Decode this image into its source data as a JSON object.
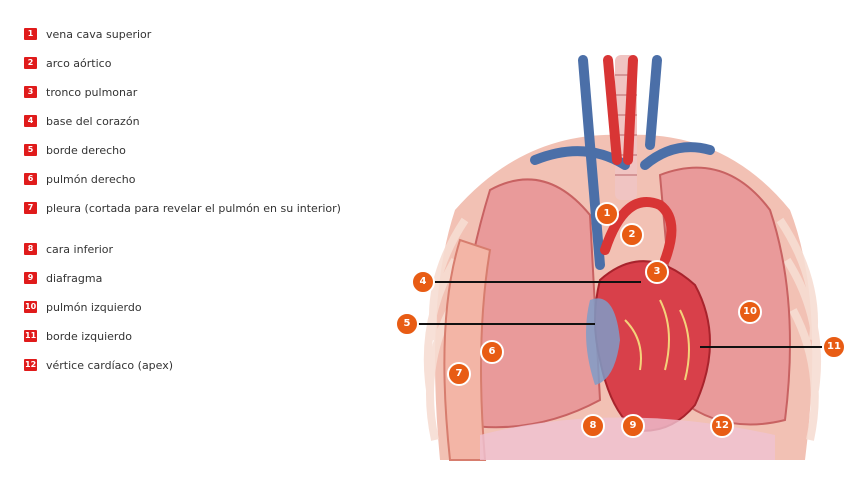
{
  "legend": [
    {
      "num": "1",
      "label": "vena cava superior"
    },
    {
      "num": "2",
      "label": "arco aórtico"
    },
    {
      "num": "3",
      "label": "tronco pulmonar"
    },
    {
      "num": "4",
      "label": "base del corazón"
    },
    {
      "num": "5",
      "label": "borde derecho"
    },
    {
      "num": "6",
      "label": "pulmón derecho"
    },
    {
      "num": "7",
      "label": "pleura (cortada para revelar el pulmón en su interior)"
    },
    {
      "num": "8",
      "label": "cara inferior"
    },
    {
      "num": "9",
      "label": "diafragma"
    },
    {
      "num": "10",
      "label": "pulmón izquierdo"
    },
    {
      "num": "11",
      "label": "borde izquierdo"
    },
    {
      "num": "12",
      "label": "vértice cardíaco (apex)"
    }
  ],
  "callouts": {
    "c1": "1",
    "c2": "2",
    "c3": "3",
    "c4": "4",
    "c5": "5",
    "c6": "6",
    "c7": "7",
    "c8": "8",
    "c9": "9",
    "c10": "10",
    "c11": "11",
    "c12": "12"
  },
  "colors": {
    "legend_badge": "#e01b1b",
    "callout_badge": "#e85c14",
    "lung": "#e98c8c",
    "heart": "#d8404a",
    "veins": "#4b6fa8"
  }
}
